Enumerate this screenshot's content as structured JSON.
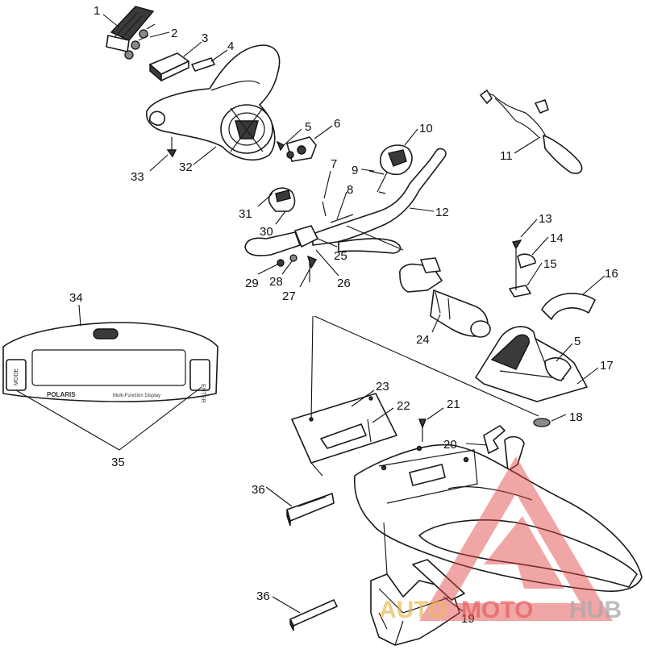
{
  "diagram": {
    "callouts": [
      "1",
      "2",
      "3",
      "4",
      "5",
      "6",
      "7",
      "8",
      "9",
      "10",
      "11",
      "12",
      "13",
      "14",
      "15",
      "16",
      "5",
      "17",
      "18",
      "19",
      "20",
      "21",
      "22",
      "23",
      "24",
      "25",
      "26",
      "27",
      "28",
      "29",
      "30",
      "31",
      "32",
      "33",
      "34",
      "35",
      "36",
      "36"
    ]
  },
  "display_panel": {
    "left_button": "MODE",
    "right_button": "ENTER",
    "brand": "POLARIS",
    "subtitle": "Multi-Function Display"
  },
  "watermark": {
    "part1": "AUTO",
    "part2": "MOTO",
    "part3": "HUB",
    "color_red": "#e04040",
    "color_gold": "#e8b040",
    "color_gray": "#9a9a9a"
  }
}
